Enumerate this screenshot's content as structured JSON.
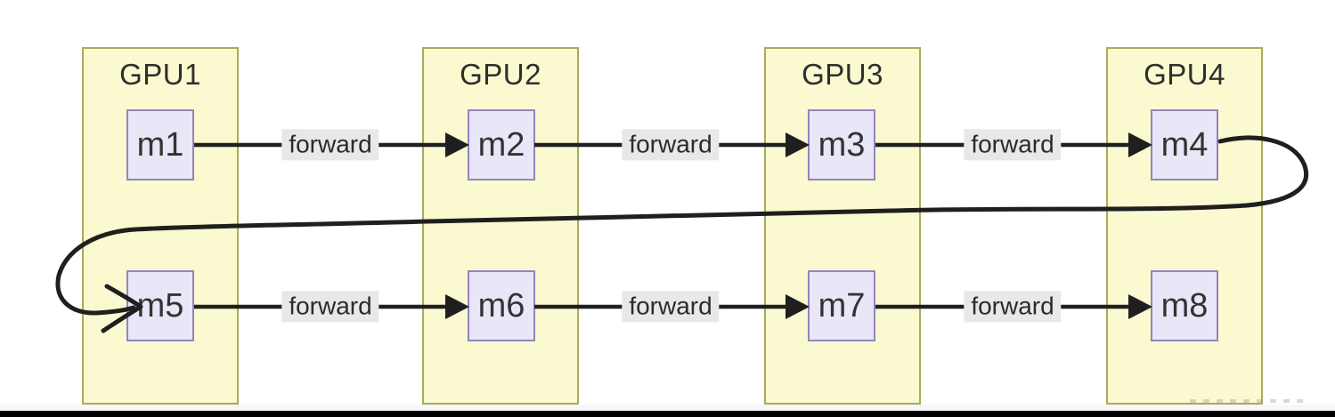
{
  "diagram": {
    "edge_label": "forward",
    "gpus": [
      {
        "label": "GPU1",
        "modules": [
          {
            "label": "m1"
          },
          {
            "label": "m5"
          }
        ]
      },
      {
        "label": "GPU2",
        "modules": [
          {
            "label": "m2"
          },
          {
            "label": "m6"
          }
        ]
      },
      {
        "label": "GPU3",
        "modules": [
          {
            "label": "m3"
          },
          {
            "label": "m7"
          }
        ]
      },
      {
        "label": "GPU4",
        "modules": [
          {
            "label": "m4"
          },
          {
            "label": "m8"
          }
        ]
      }
    ],
    "connections": [
      {
        "from": "m1",
        "to": "m2",
        "label": "forward"
      },
      {
        "from": "m2",
        "to": "m3",
        "label": "forward"
      },
      {
        "from": "m3",
        "to": "m4",
        "label": "forward"
      },
      {
        "from": "m4",
        "to": "m5",
        "label": "",
        "style": "hand-drawn-loopback"
      },
      {
        "from": "m5",
        "to": "m6",
        "label": "forward"
      },
      {
        "from": "m6",
        "to": "m7",
        "label": "forward"
      },
      {
        "from": "m7",
        "to": "m8",
        "label": "forward"
      }
    ],
    "colors": {
      "column_fill": "#fbf9d0",
      "column_border": "#abab5c",
      "module_fill": "#e9e6f7",
      "module_border": "#8f86bd",
      "edge_label_bg": "#e8e8e8",
      "edge_label_text": "#2b2b2b",
      "line": "#1f1f1f",
      "title_text": "#2f2f2f",
      "letterbox": "#000000"
    }
  }
}
